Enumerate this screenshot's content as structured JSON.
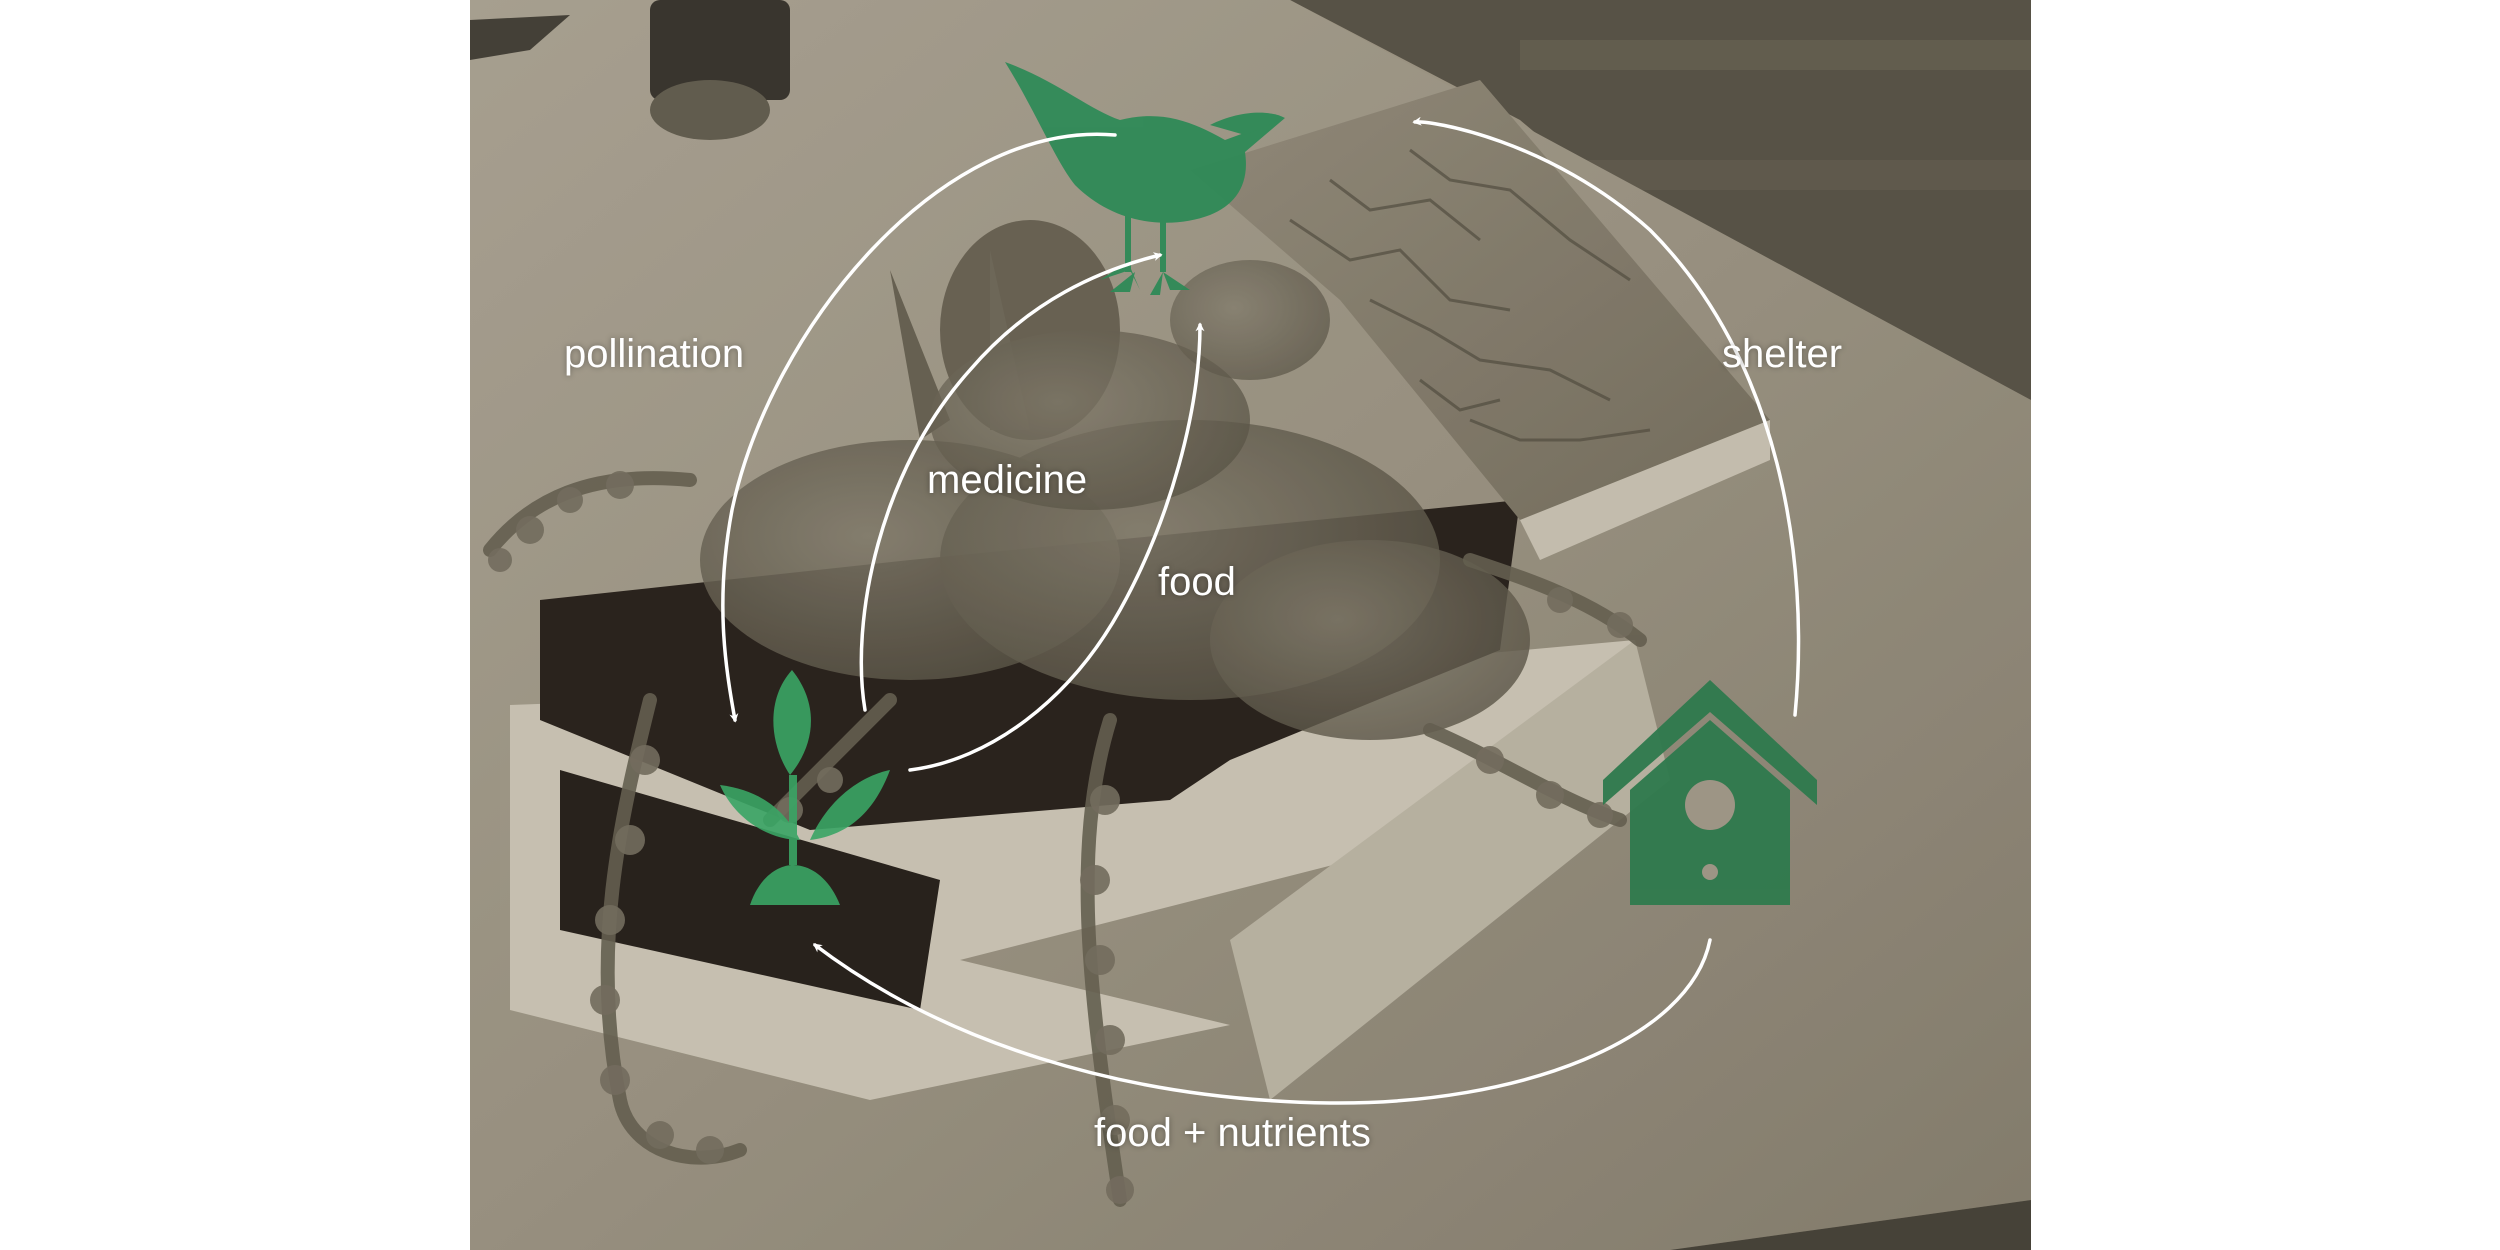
{
  "diagram": {
    "nodes": [
      {
        "id": "bird",
        "icon": "bird-icon"
      },
      {
        "id": "plant",
        "icon": "sprout-icon"
      },
      {
        "id": "birdhouse",
        "icon": "birdhouse-icon"
      }
    ],
    "edges": [
      {
        "from": "bird",
        "to": "plant",
        "label": "pollination"
      },
      {
        "from": "plant",
        "to": "bird",
        "label": "medicine"
      },
      {
        "from": "plant",
        "to": "bird",
        "label": "food"
      },
      {
        "from": "birdhouse",
        "to": "bird",
        "label": "shelter"
      },
      {
        "from": "birdhouse",
        "to": "plant",
        "label": "food + nutrients"
      }
    ]
  },
  "colors": {
    "icon_green": "#2f8a57",
    "arrow": "#ffffff",
    "label": "#ffffff"
  }
}
